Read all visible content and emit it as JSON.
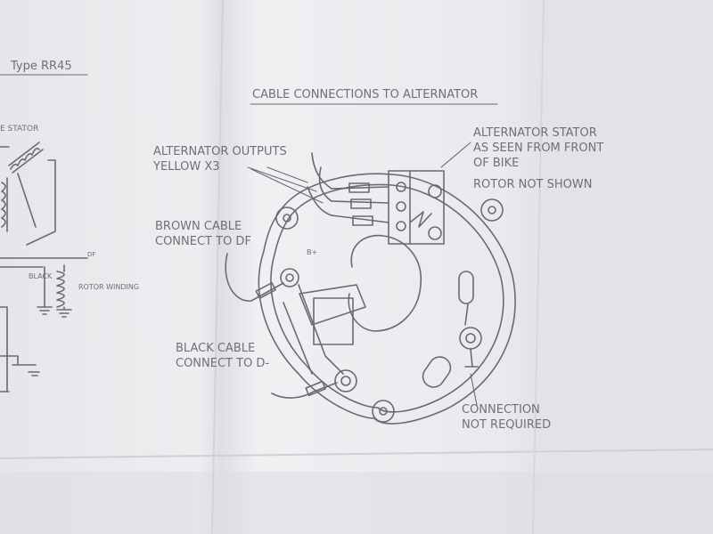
{
  "schematic": {
    "type_label": "Type RR45",
    "stator_label": "E STATOR",
    "black_label": "BLACK",
    "rotor_label": "ROTOR WINDING",
    "df_label": "DF"
  },
  "diagram": {
    "title": "CABLE CONNECTIONS TO ALTERNATOR",
    "outputs_line1": "ALTERNATOR OUTPUTS",
    "outputs_line2": "YELLOW X3",
    "brown_line1": "BROWN CABLE",
    "brown_line2": "CONNECT TO DF",
    "black_line1": "BLACK CABLE",
    "black_line2": "CONNECT TO D-",
    "stator_line1": "ALTERNATOR STATOR",
    "stator_line2": "AS SEEN FROM FRONT",
    "stator_line3": "OF BIKE",
    "stator_line4": "ROTOR NOT SHOWN",
    "conn_line1": "CONNECTION",
    "conn_line2": "NOT REQUIRED",
    "terminal_label": "B+"
  },
  "colors": {
    "paper_light": "#f2f2f4",
    "paper_shadow": "#dcdce0",
    "ink": "#6a6a72"
  }
}
